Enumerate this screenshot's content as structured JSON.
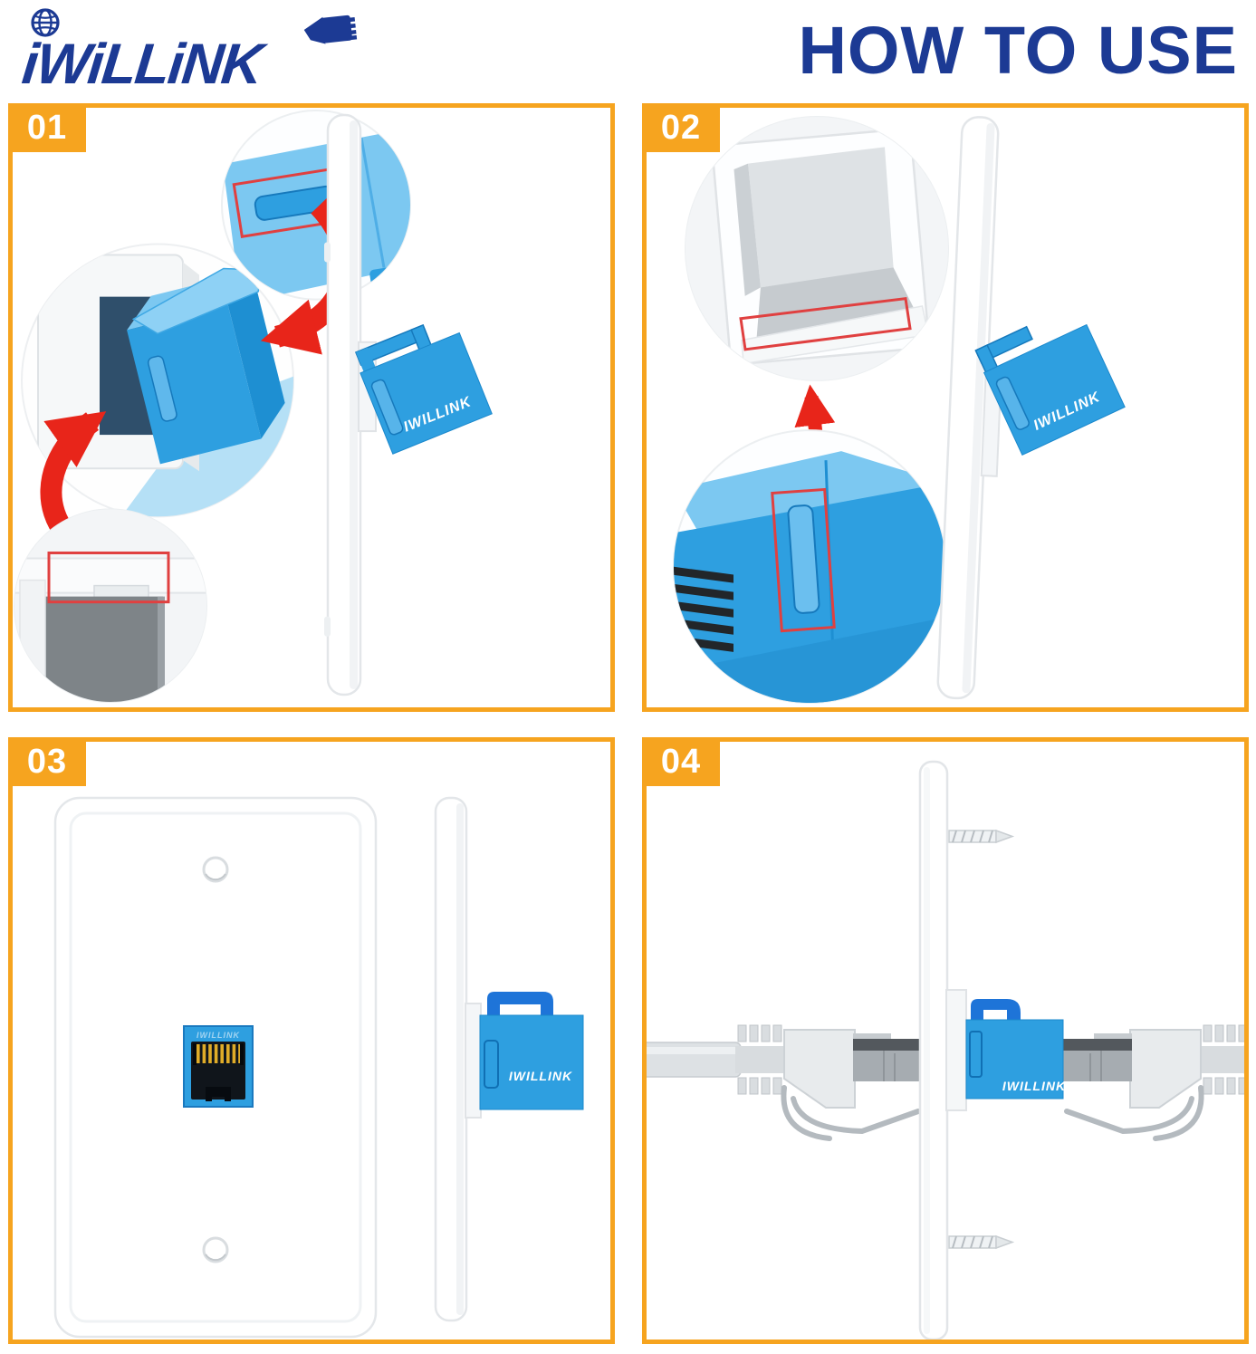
{
  "header": {
    "logo_text": "iWiLLiNK",
    "title": "HOW TO USE"
  },
  "brand_colors": {
    "navy": "#1C3A94",
    "orange": "#F6A41F",
    "jack_blue": "#2E9FE0",
    "jack_blue_dark": "#1679BC",
    "jack_blue_light": "#7CC8F1",
    "clip_blue": "#1E74D8",
    "highlight_red": "#E8251A",
    "interior_gray": "#81878C"
  },
  "steps": [
    {
      "number": "01"
    },
    {
      "number": "02"
    },
    {
      "number": "03"
    },
    {
      "number": "04"
    }
  ],
  "jack_label": "IWILLINK"
}
